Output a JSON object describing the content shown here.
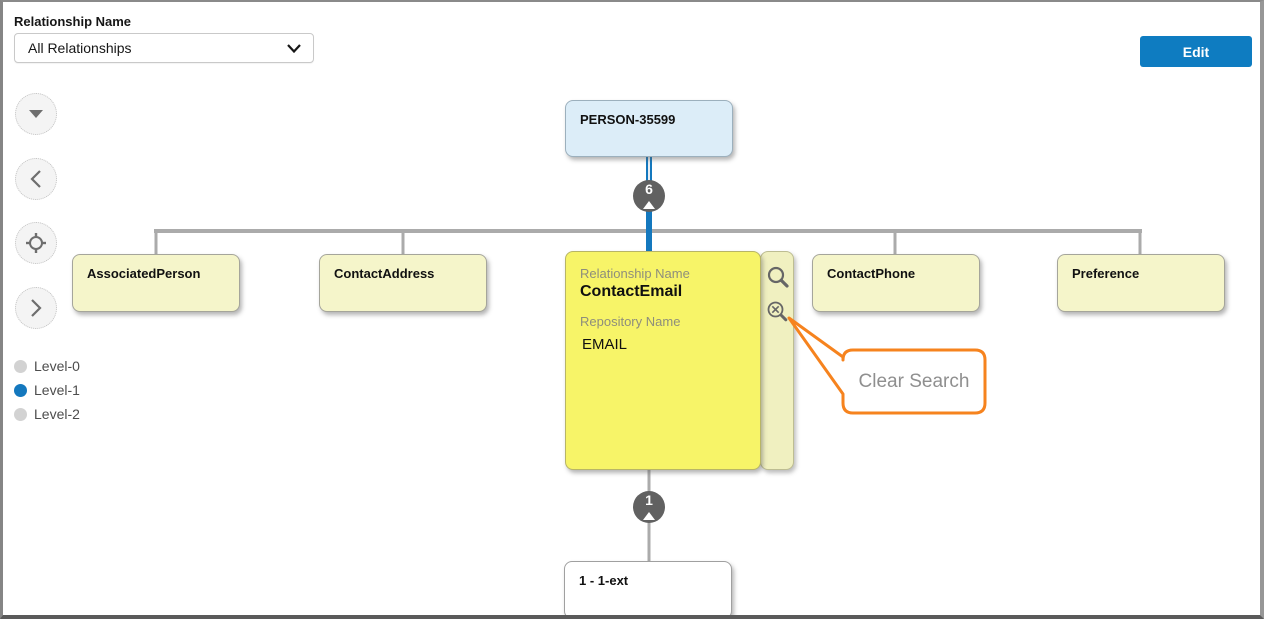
{
  "header": {
    "filter_label": "Relationship Name",
    "filter_value": "All Relationships",
    "edit_button": "Edit"
  },
  "nav_buttons": {
    "icons": [
      "collapse-down-icon",
      "pan-left-icon",
      "center-view-icon",
      "pan-right-icon"
    ]
  },
  "legend": {
    "items": [
      {
        "label": "Level-0",
        "color": "#d2d2d2"
      },
      {
        "label": "Level-1",
        "color": "#1478be"
      },
      {
        "label": "Level-2",
        "color": "#d2d2d2"
      }
    ]
  },
  "diagram": {
    "root_node": {
      "label": "PERSON-35599",
      "child_count": "6"
    },
    "level1_nodes": [
      {
        "label": "AssociatedPerson"
      },
      {
        "label": "ContactAddress"
      },
      {
        "label": "ContactPhone"
      },
      {
        "label": "Preference"
      }
    ],
    "expanded_node": {
      "field1_label": "Relationship Name",
      "field1_value": "ContactEmail",
      "field2_label": "Repository Name",
      "field2_value": "EMAIL",
      "child_count": "1",
      "icons": [
        "search-icon",
        "clear-search-icon"
      ]
    },
    "level2_node": {
      "label": "1 - 1-ext"
    }
  },
  "callout": {
    "text": "Clear Search",
    "accent_color": "#f6831e"
  },
  "colors": {
    "edit_button_blue": "#0e7cc1",
    "selected_connector_blue": "#1478be",
    "connector_gray": "#ababab",
    "root_node_fill": "#dcedf8",
    "child_node_fill": "#f5f5ca",
    "expanded_node_fill": "#f7f468",
    "badge_gray": "#616161",
    "callout_orange": "#f6831e"
  }
}
